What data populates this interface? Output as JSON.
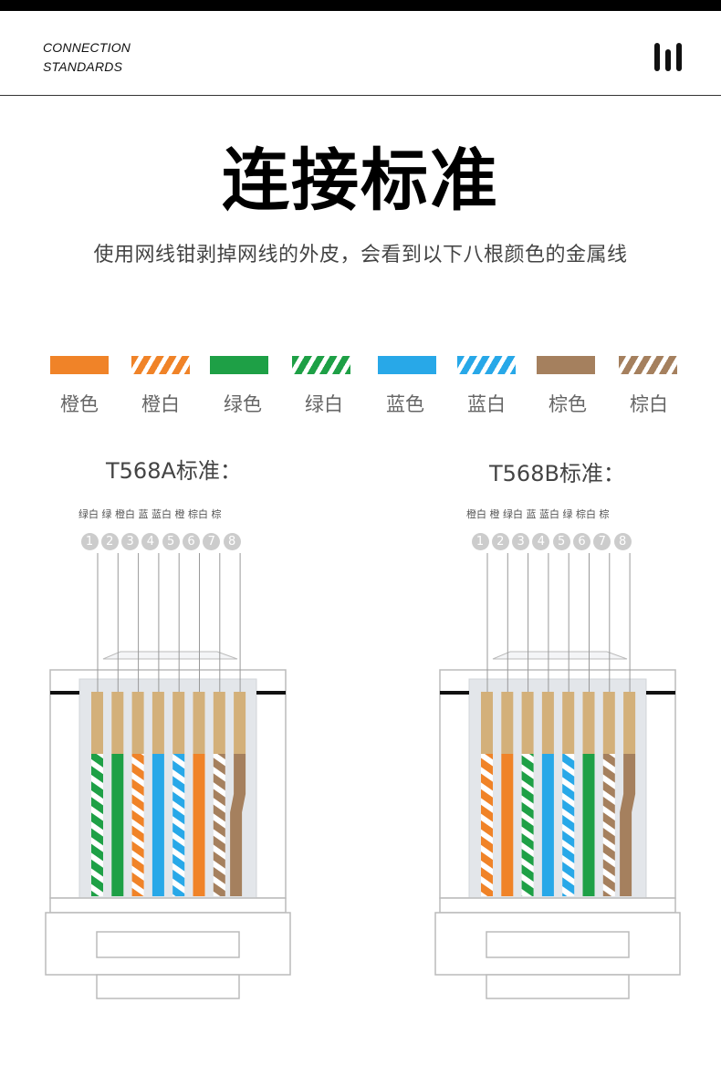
{
  "header": {
    "label_line1": "CONNECTION",
    "label_line2": "STANDARDS",
    "menu_icon": "menu-bars-icon"
  },
  "title": "连接标准",
  "subtitle": "使用网线钳剥掉网线的外皮，会看到以下八根颜色的金属线",
  "colors": {
    "orange": "#F08328",
    "green": "#1EA046",
    "blue": "#28A8E8",
    "brown": "#A5805E",
    "copper": "#D3B07A",
    "housing_stroke": "#BBBBBB",
    "housing_fill": "#E3E6EA"
  },
  "legend": [
    {
      "label": "橙色",
      "color": "orange",
      "striped": false
    },
    {
      "label": "橙白",
      "color": "orange",
      "striped": true
    },
    {
      "label": "绿色",
      "color": "green",
      "striped": false
    },
    {
      "label": "绿白",
      "color": "green",
      "striped": true
    },
    {
      "label": "蓝色",
      "color": "blue",
      "striped": false
    },
    {
      "label": "蓝白",
      "color": "blue",
      "striped": true
    },
    {
      "label": "棕色",
      "color": "brown",
      "striped": false
    },
    {
      "label": "棕白",
      "color": "brown",
      "striped": true
    }
  ],
  "standards": [
    {
      "title": "T568A标准：",
      "pin_labels": "绿白 绿 橙白 蓝 蓝白 橙 棕白 棕",
      "pins": [
        "1",
        "2",
        "3",
        "4",
        "5",
        "6",
        "7",
        "8"
      ],
      "wires": [
        {
          "color": "green",
          "striped": true
        },
        {
          "color": "green",
          "striped": false
        },
        {
          "color": "orange",
          "striped": true
        },
        {
          "color": "blue",
          "striped": false
        },
        {
          "color": "blue",
          "striped": true
        },
        {
          "color": "orange",
          "striped": false
        },
        {
          "color": "brown",
          "striped": true
        },
        {
          "color": "brown",
          "striped": false
        }
      ]
    },
    {
      "title": "T568B标准：",
      "pin_labels": "橙白 橙 绿白 蓝 蓝白 绿 棕白 棕",
      "pins": [
        "1",
        "2",
        "3",
        "4",
        "5",
        "6",
        "7",
        "8"
      ],
      "wires": [
        {
          "color": "orange",
          "striped": true
        },
        {
          "color": "orange",
          "striped": false
        },
        {
          "color": "green",
          "striped": true
        },
        {
          "color": "blue",
          "striped": false
        },
        {
          "color": "blue",
          "striped": true
        },
        {
          "color": "green",
          "striped": false
        },
        {
          "color": "brown",
          "striped": true
        },
        {
          "color": "brown",
          "striped": false
        }
      ]
    }
  ]
}
